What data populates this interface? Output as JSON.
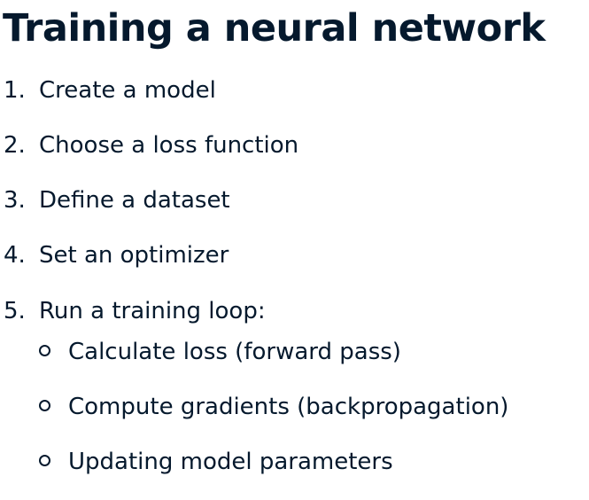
{
  "slide": {
    "title": "Training a neural network",
    "steps": [
      {
        "number": "1.",
        "text": "Create a model"
      },
      {
        "number": "2.",
        "text": "Choose a loss function"
      },
      {
        "number": "3.",
        "text": "Define a dataset"
      },
      {
        "number": "4.",
        "text": "Set an optimizer"
      },
      {
        "number": "5.",
        "text": "Run a training loop:"
      }
    ],
    "substeps": [
      {
        "text": "Calculate loss (forward pass)"
      },
      {
        "text": "Compute gradients (backpropagation)"
      },
      {
        "text": "Updating model parameters"
      }
    ]
  }
}
